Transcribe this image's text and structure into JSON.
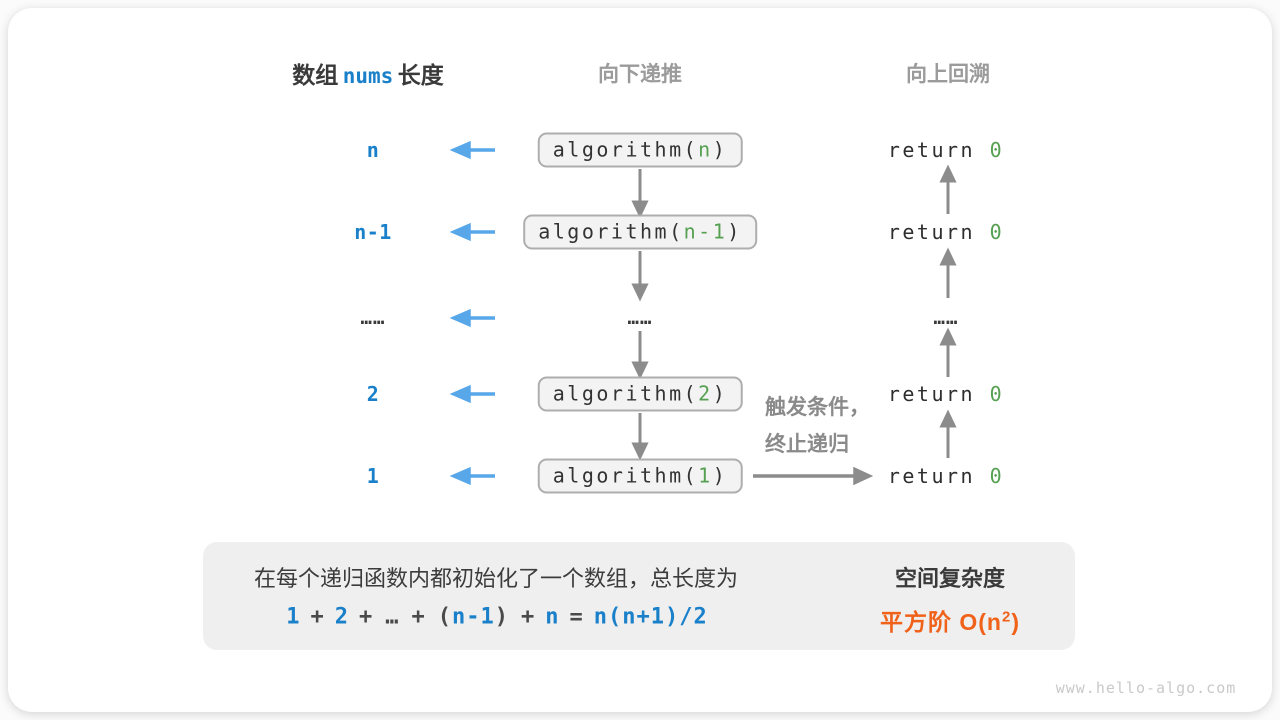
{
  "header": {
    "left_prefix": "数组",
    "left_code": "nums",
    "left_suffix": "长度",
    "mid": "向下递推",
    "right": "向上回溯"
  },
  "code": {
    "fn_prefix": "algorithm(",
    "fn_suffix": ")",
    "return_keyword": "return",
    "return_value": "0"
  },
  "rows": [
    {
      "label": "n",
      "arg": "n"
    },
    {
      "label": "n-1",
      "arg": "n-1"
    },
    {
      "label": "2",
      "arg": "2"
    },
    {
      "label": "1",
      "arg": "1"
    }
  ],
  "dots": "……",
  "trigger_note": {
    "line1": "触发条件，",
    "line2": "终止递归"
  },
  "summary": {
    "line1": "在每个递归函数内都初始化了一个数组，总长度为",
    "formula": {
      "n1": "1",
      "p1": "+",
      "n2": "2",
      "p2": "+",
      "dots": "…",
      "p3": "+",
      "lp": "(",
      "n3": "n-1",
      "rp": ")",
      "p4": "+",
      "n4": "n",
      "eq": "=",
      "n5": "n(n+1)/2"
    },
    "result_title": "空间复杂度",
    "result_prefix": "平方阶 O(n",
    "result_sup": "2",
    "result_suffix": ")"
  },
  "watermark": "www.hello-algo.com",
  "colors": {
    "blue_text": "#1a80c9",
    "blue_arrow": "#57a7e9",
    "green": "#56a052",
    "orange": "#f0621a",
    "gray_arrow": "#8c8c8c",
    "gray_heading": "#9b9b9b",
    "box_bg": "#f3f3f3",
    "box_border": "#aeaeae",
    "summary_bg": "#efefef"
  }
}
